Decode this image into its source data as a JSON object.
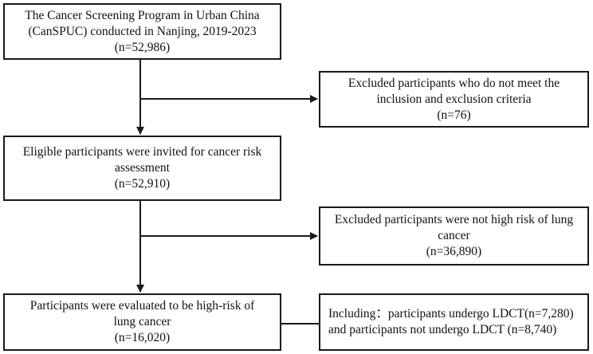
{
  "boxes": {
    "screening_program": {
      "line1": "The Cancer Screening Program in Urban China",
      "line2": "(CanSPUC)  conducted in Nanjing, 2019-2023",
      "line3": "(n=52,986)"
    },
    "excluded_criteria": {
      "line1": "Excluded participants who do not meet the",
      "line2": "inclusion and exclusion criteria",
      "line3": "(n=76)"
    },
    "eligible_participants": {
      "line1": "Eligible participants were invited for cancer risk",
      "line2": "assessment",
      "line3": "(n=52,910)"
    },
    "excluded_not_high_risk": {
      "line1": "Excluded participants were not high risk of lung",
      "line2": "cancer",
      "line3": "(n=36,890)"
    },
    "high_risk_participants": {
      "line1": "Participants were evaluated to be high-risk of",
      "line2": "lung cancer",
      "line3": "(n=16,020)"
    },
    "including_ldct": {
      "line1": "Including：participants undergo LDCT(n=7,280)",
      "line2": "and participants not undergo LDCT (n=8,740)"
    }
  },
  "colors": {
    "stroke": "#1a1a1a",
    "background": "#ffffff"
  }
}
